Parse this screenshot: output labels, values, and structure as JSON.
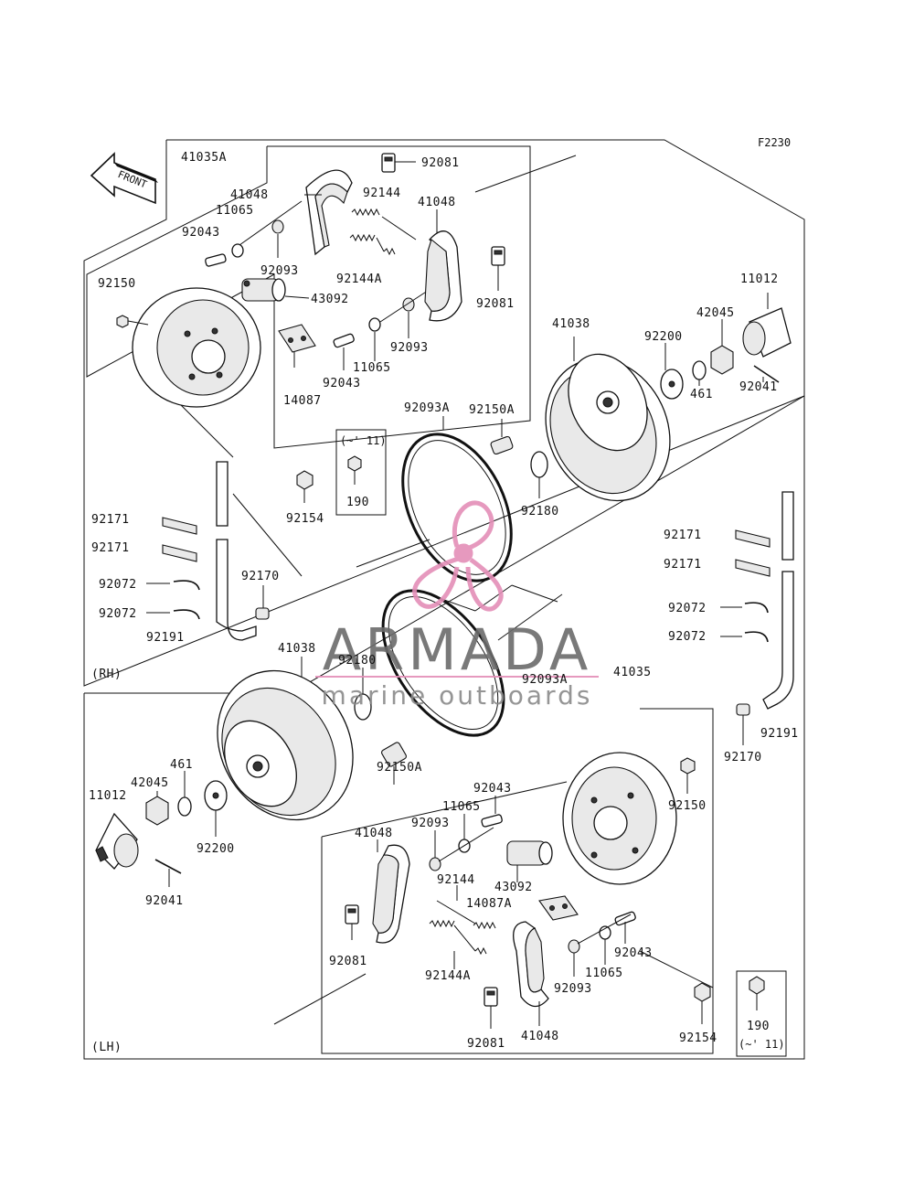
{
  "figure_code": "F2230",
  "front_label": "FRONT",
  "colors": {
    "line": "#111111",
    "watermark_pink": "#e48fb8",
    "watermark_gray": "#7a7a7a"
  },
  "watermark": {
    "brand": "ARMADA",
    "tagline": "marine outboards"
  },
  "sections": {
    "rh": "(RH)",
    "lh": "(LH)"
  },
  "rh_labels": {
    "assy": "41035A",
    "shoe_l": "41048",
    "shoe_r": "41048",
    "clip_top": "92081",
    "clip_right": "92081",
    "spring": "92144",
    "spring_a": "92144A",
    "washer_11065_top": "11065",
    "washer_11065_bot": "11065",
    "pin_92043_top": "92043",
    "pin_92043_bot": "92043",
    "seal_92093_left": "92093",
    "seal_92093_right": "92093",
    "bolt_92150": "92150",
    "cylinder": "43092",
    "plate": "14087",
    "bolt_92154": "92154",
    "box_note": "(~' 11)",
    "box_part": "190",
    "oring": "92093A",
    "stud": "92150A",
    "oring_small": "92180",
    "drum": "41038",
    "washer_big": "92200",
    "nut": "42045",
    "washer_461": "461",
    "cap": "11012",
    "cotter": "92041",
    "band1": "92171",
    "band2": "92171",
    "clamp1": "92072",
    "clamp2": "92072",
    "hose": "92191",
    "clamp_92170": "92170"
  },
  "lh_labels": {
    "drum": "41038",
    "oring_small": "92180",
    "oring": "92093A",
    "assy": "41035",
    "stud": "92150A",
    "washer_461": "461",
    "nut": "42045",
    "cap": "11012",
    "washer_big": "92200",
    "cotter": "92041",
    "pin_92043_top": "92043",
    "washer_11065_top": "11065",
    "seal_92093_left": "92093",
    "shoe_l": "41048",
    "spring": "92144",
    "cylinder": "43092",
    "plate": "14087A",
    "pin_92043_bot": "92043",
    "washer_11065_bot": "11065",
    "seal_92093_right": "92093",
    "spring_a": "92144A",
    "clip_l": "92081",
    "clip_r": "92081",
    "shoe_r": "41048",
    "bolt_92150": "92150",
    "bolt_92154": "92154",
    "box_part": "190",
    "box_note": "(~' 11)",
    "band1": "92171",
    "band2": "92171",
    "clamp1": "92072",
    "clamp2": "92072",
    "hose": "92191",
    "clamp_92170": "92170"
  }
}
